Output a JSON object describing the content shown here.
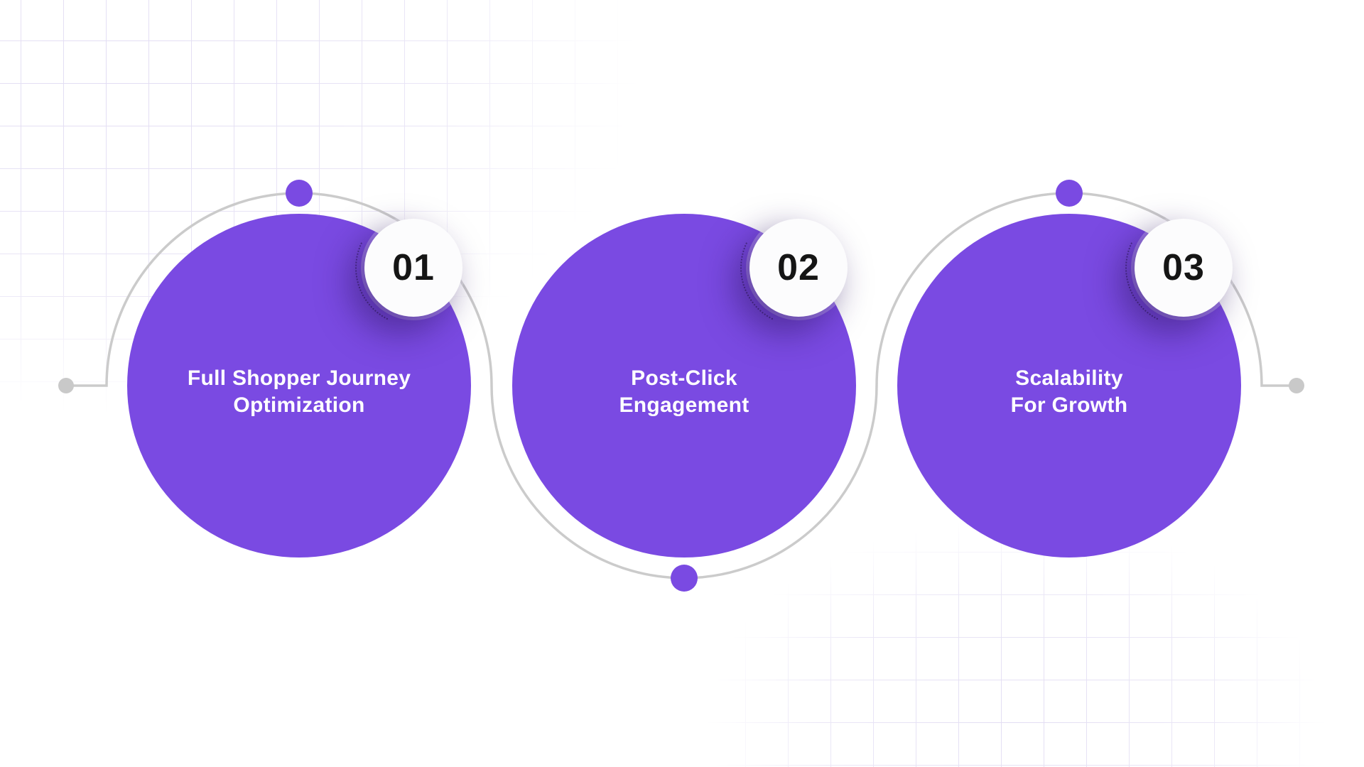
{
  "figure": {
    "type": "process-infographic",
    "background": "#FFFFFF",
    "colors": {
      "circle_purple": "#7A4AE2",
      "connector_gray": "#CBCBCB",
      "endpoint_dot_gray": "#C9C9C9",
      "step_dot_purple": "#7A4AE2",
      "badge_white": "#FCFCFD",
      "number_black": "#151515",
      "title_white": "#FFFFFF",
      "grid_line": "#E2DDF3"
    },
    "steps": [
      {
        "number": "01",
        "title_lines": [
          "Full Shopper Journey",
          "Optimization"
        ]
      },
      {
        "number": "02",
        "title_lines": [
          "Post-Click",
          "Engagement"
        ]
      },
      {
        "number": "03",
        "title_lines": [
          "Scalability",
          "For Growth"
        ]
      }
    ]
  }
}
